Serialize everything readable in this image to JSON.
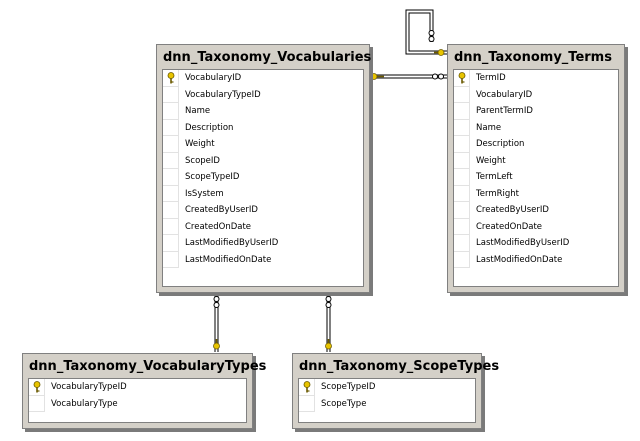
{
  "tables": {
    "vocabularies": {
      "title": "dnn_Taxonomy_Vocabularies",
      "columns": [
        {
          "name": "VocabularyID",
          "key": true
        },
        {
          "name": "VocabularyTypeID"
        },
        {
          "name": "Name"
        },
        {
          "name": "Description"
        },
        {
          "name": "Weight"
        },
        {
          "name": "ScopeID"
        },
        {
          "name": "ScopeTypeID"
        },
        {
          "name": "IsSystem"
        },
        {
          "name": "CreatedByUserID"
        },
        {
          "name": "CreatedOnDate"
        },
        {
          "name": "LastModifiedByUserID"
        },
        {
          "name": "LastModifiedOnDate"
        }
      ]
    },
    "terms": {
      "title": "dnn_Taxonomy_Terms",
      "columns": [
        {
          "name": "TermID",
          "key": true
        },
        {
          "name": "VocabularyID"
        },
        {
          "name": "ParentTermID"
        },
        {
          "name": "Name"
        },
        {
          "name": "Description"
        },
        {
          "name": "Weight"
        },
        {
          "name": "TermLeft"
        },
        {
          "name": "TermRight"
        },
        {
          "name": "CreatedByUserID"
        },
        {
          "name": "CreatedOnDate"
        },
        {
          "name": "LastModifiedByUserID"
        },
        {
          "name": "LastModifiedOnDate"
        }
      ]
    },
    "vocabulary_types": {
      "title": "dnn_Taxonomy_VocabularyTypes",
      "columns": [
        {
          "name": "VocabularyTypeID",
          "key": true
        },
        {
          "name": "VocabularyType"
        }
      ]
    },
    "scope_types": {
      "title": "dnn_Taxonomy_ScopeTypes",
      "columns": [
        {
          "name": "ScopeTypeID",
          "key": true
        },
        {
          "name": "ScopeType"
        }
      ]
    }
  },
  "colors": {
    "table_frame": "#d4d0c8",
    "key_icon": "#e8c400",
    "connector": "#000000"
  },
  "icons": {
    "primary_key": "key-icon",
    "relationship_one": "key-icon",
    "relationship_many": "infinity-icon"
  }
}
